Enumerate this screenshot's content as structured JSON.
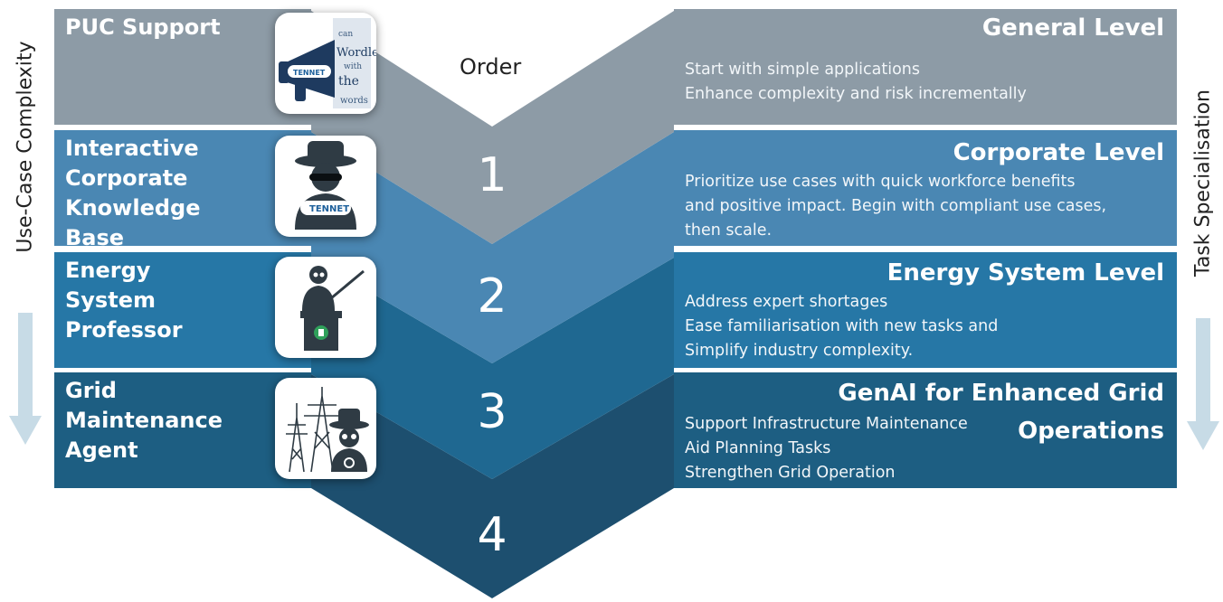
{
  "order_label": "Order",
  "left_axis_label": "Use-Case Complexity",
  "right_axis_label": "Task Specialisation",
  "steps": [
    {
      "number": "1"
    },
    {
      "number": "2"
    },
    {
      "number": "3"
    },
    {
      "number": "4"
    }
  ],
  "use_cases": [
    {
      "title": "PUC Support",
      "icon": "megaphone-wordcloud-icon"
    },
    {
      "title": "Interactive\nCorporate\nKnowledge\nBase",
      "icon": "agent-hat-icon"
    },
    {
      "title": "Energy\nSystem\nProfessor",
      "icon": "professor-podium-icon"
    },
    {
      "title": "Grid\nMaintenance\nAgent",
      "icon": "pylon-agent-icon"
    }
  ],
  "levels": [
    {
      "title": "General Level",
      "lines": [
        "Start with simple applications",
        "Enhance complexity and risk incrementally"
      ]
    },
    {
      "title": "Corporate Level",
      "lines": [
        "Prioritize use cases with quick workforce benefits",
        "and positive impact. Begin with compliant use cases,",
        "then scale."
      ]
    },
    {
      "title": "Energy System Level",
      "lines": [
        "Address expert shortages",
        "Ease familiarisation with new tasks and",
        "Simplify industry complexity."
      ]
    },
    {
      "title_line1": "GenAI for Enhanced Grid",
      "title_line2": "Operations",
      "lines": [
        "Support Infrastructure Maintenance",
        "Aid Planning Tasks",
        "Strengthen Grid Operation"
      ]
    }
  ],
  "icon_labels": {
    "tennet": "TENNET",
    "word1": "Wordle",
    "word2": "the",
    "word3": "words",
    "word4": "with",
    "word5": "can"
  },
  "colors": {
    "gray": "#8d9ba6",
    "blue1": "#4a87b3",
    "blue2": "#2677a6",
    "blue3": "#1d5e82",
    "blue4": "#1d4f6f",
    "arrow": "#c7dbe6"
  }
}
